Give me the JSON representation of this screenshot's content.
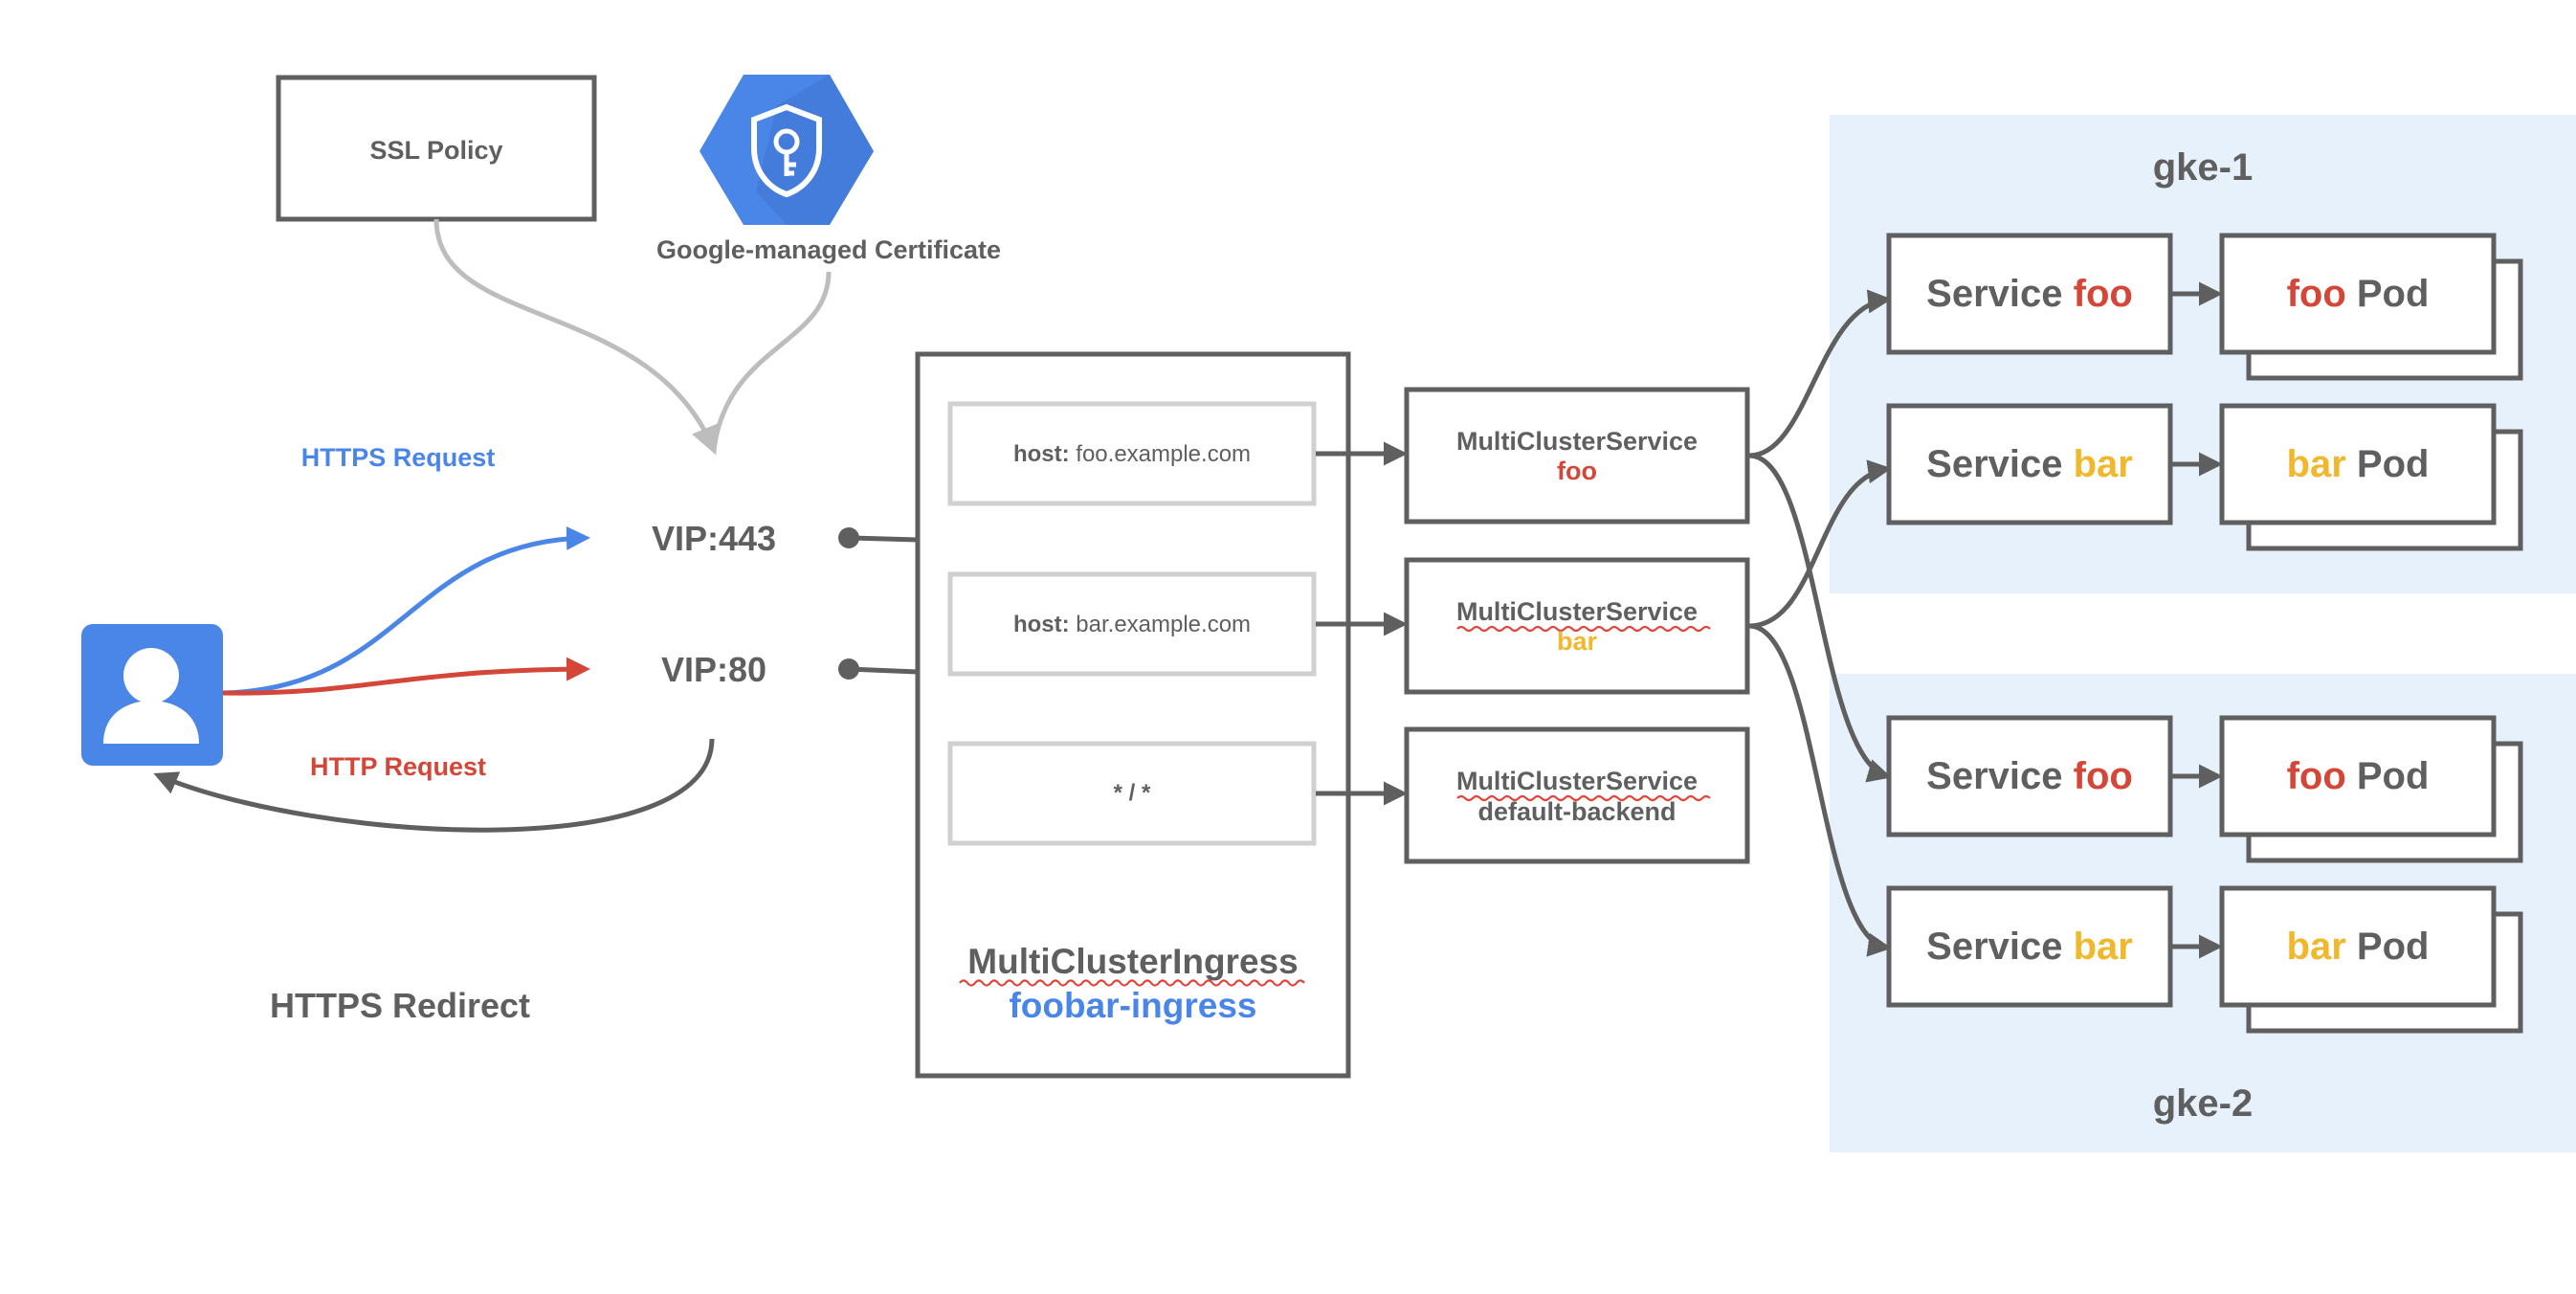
{
  "colors": {
    "accent_blue": "#4a86e8",
    "http_red": "#d44638",
    "bar_yellow": "#f1b82d",
    "line_grey": "#5f5f5f",
    "cluster_bg": "#e7f1fb"
  },
  "ssl_policy": {
    "label": "SSL Policy"
  },
  "certificate": {
    "label": "Google-managed Certificate",
    "icon": "shield-key-icon"
  },
  "user": {
    "icon": "person-icon"
  },
  "requests": {
    "https": "HTTPS Request",
    "http": "HTTP Request",
    "redirect": "HTTPS Redirect"
  },
  "vips": {
    "https": "VIP:443",
    "http": "VIP:80"
  },
  "ingress": {
    "kind": "MultiClusterIngress",
    "name": "foobar-ingress",
    "rules": [
      {
        "key": "host:",
        "value": "foo.example.com"
      },
      {
        "key": "host:",
        "value": "bar.example.com"
      },
      {
        "key": "",
        "value": "* / *"
      }
    ]
  },
  "mcs": [
    {
      "kind": "MultiClusterService",
      "name": "foo"
    },
    {
      "kind": "MultiClusterService",
      "name": "bar"
    },
    {
      "kind": "MultiClusterService",
      "name": "default-backend"
    }
  ],
  "clusters": [
    {
      "name": "gke-1"
    },
    {
      "name": "gke-2"
    }
  ],
  "service_label": "Service",
  "pod_label": "Pod",
  "apps": {
    "foo": "foo",
    "bar": "bar"
  }
}
